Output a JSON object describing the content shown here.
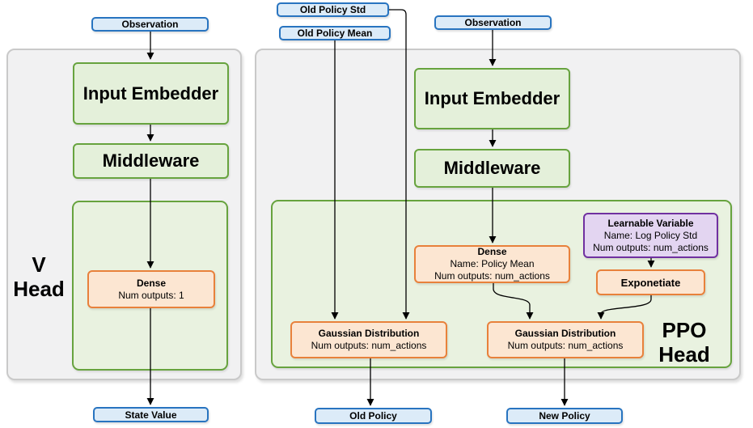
{
  "colors": {
    "panel_fill": "#f1f1f2",
    "panel_border": "#c9c9c9",
    "green_fill": "#e4f0da",
    "green_border": "#67a33e",
    "green_container_fill": "#e9f2e0",
    "orange_fill": "#fce6d2",
    "orange_border": "#e8813b",
    "purple_fill": "#e3d5f1",
    "purple_border": "#7030a0",
    "blue_fill": "#dcebf8",
    "blue_border": "#2874c0",
    "arrow": "#000000"
  },
  "v_head": {
    "label_line1": "V",
    "label_line2": "Head",
    "observation": "Observation",
    "input_embedder": "Input Embedder",
    "middleware": "Middleware",
    "dense": {
      "title": "Dense",
      "outputs": "Num outputs: 1"
    },
    "state_value": "State Value"
  },
  "ppo_head": {
    "label_line1": "PPO",
    "label_line2": "Head",
    "old_policy_std": "Old Policy Std",
    "old_policy_mean": "Old Policy Mean",
    "observation": "Observation",
    "input_embedder": "Input Embedder",
    "middleware": "Middleware",
    "dense": {
      "title": "Dense",
      "name": "Name: Policy Mean",
      "outputs": "Num outputs: num_actions"
    },
    "learnable_variable": {
      "title": "Learnable Variable",
      "name": "Name: Log Policy Std",
      "outputs": "Num outputs: num_actions"
    },
    "exponetiate": "Exponetiate",
    "gaussian_old": {
      "title": "Gaussian Distribution",
      "outputs": "Num outputs: num_actions"
    },
    "gaussian_new": {
      "title": "Gaussian Distribution",
      "outputs": "Num outputs: num_actions"
    },
    "old_policy": "Old Policy",
    "new_policy": "New Policy"
  }
}
